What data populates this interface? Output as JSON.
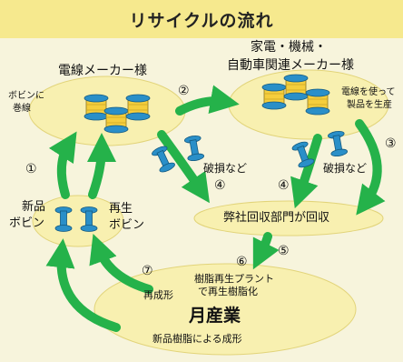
{
  "title": "リサイクルの流れ",
  "nodes": {
    "wire_maker": "電線メーカー様",
    "manufacturer": [
      "家電・機械・",
      "自動車関連メーカー様"
    ],
    "bobbin_winding": [
      "ボビンに",
      "巻線"
    ],
    "product_mfg": [
      "電線を使って",
      "製品を生産"
    ],
    "new_bobbin": [
      "新品",
      "ボビン"
    ],
    "recycled_bobbin": [
      "再生",
      "ボビン"
    ],
    "collection": "弊社回収部門が回収",
    "plant": [
      "樹脂再生プラント",
      "で再生樹脂化"
    ],
    "company": "月産業",
    "virgin_molding": "新品樹脂による成形"
  },
  "damage_labels": [
    "破損など",
    "破損など"
  ],
  "remolding": "再成形",
  "steps": [
    "①",
    "②",
    "③",
    "④",
    "④",
    "⑤",
    "⑥",
    "⑦"
  ],
  "colors": {
    "background": "#f7f4dc",
    "title_band": "#f6e98e",
    "ellipse": "#f8f0b0",
    "arrow": "#25b24a",
    "spool_top": "#2a8fc8",
    "spool_body": "#f5ce3c"
  },
  "icons": [
    "wire-spool-icon",
    "empty-bobbin-icon"
  ]
}
